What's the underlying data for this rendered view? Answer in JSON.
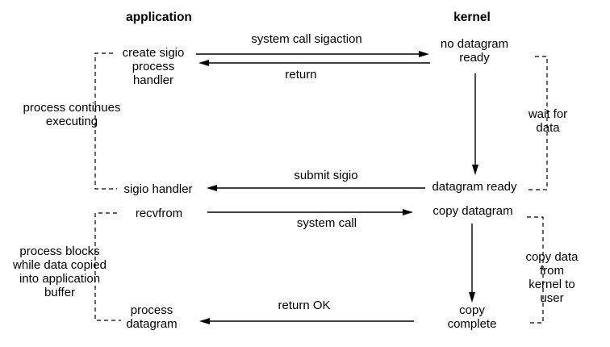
{
  "titles": {
    "application": "application",
    "kernel": "kernel"
  },
  "app_nodes": {
    "create_handler": "create sigio\nprocess\nhandler",
    "sigio_handler": "sigio handler",
    "recvfrom": "recvfrom",
    "process_datagram": "process\ndatagram"
  },
  "kernel_nodes": {
    "no_datagram_ready": "no datagram\nready",
    "datagram_ready": "datagram ready",
    "copy_datagram": "copy datagram",
    "copy_complete": "copy\ncomplete"
  },
  "annotations": {
    "process_continues": "process continues\nexecuting",
    "process_blocks": "process blocks\nwhile data copied\ninto application\nbuffer",
    "wait_for_data": "wait for\ndata",
    "copy_data_from": "copy data from\nkernel to user"
  },
  "arrow_labels": {
    "sigaction": "system call sigaction",
    "return": "return",
    "submit_sigio": "submit sigio",
    "system_call": "system call",
    "return_ok": "return OK"
  },
  "colors": {
    "ink": "#000000",
    "background": "#ffffff"
  }
}
